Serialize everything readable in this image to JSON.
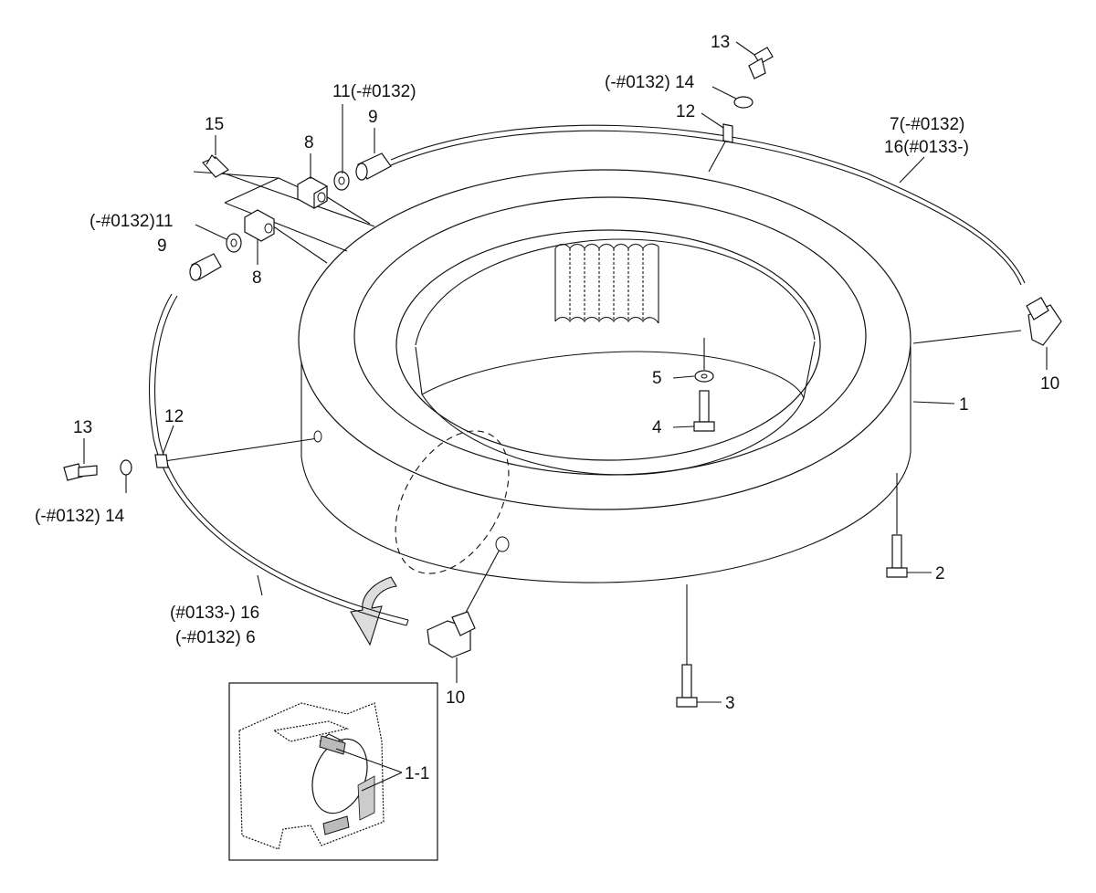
{
  "labels": {
    "l13_top": "13",
    "l14_top": "(-#0132) 14",
    "l12_top": "12",
    "l7": "7(-#0132)",
    "l16_top": "16(#0133-)",
    "l11_top": "11(-#0132)",
    "l9_top": "9",
    "l8_top": "8",
    "l15": "15",
    "l11_left": "(-#0132)11",
    "l9_left": "9",
    "l8_left": "8",
    "l10_right": "10",
    "l1": "1",
    "l5": "5",
    "l4": "4",
    "l2": "2",
    "l3": "3",
    "l13_left": "13",
    "l12_left": "12",
    "l14_left": "(-#0132) 14",
    "l16_bottom": "(#0133-) 16",
    "l6": "(-#0132) 6",
    "l10_bottom": "10",
    "l1_1": "1-1"
  }
}
